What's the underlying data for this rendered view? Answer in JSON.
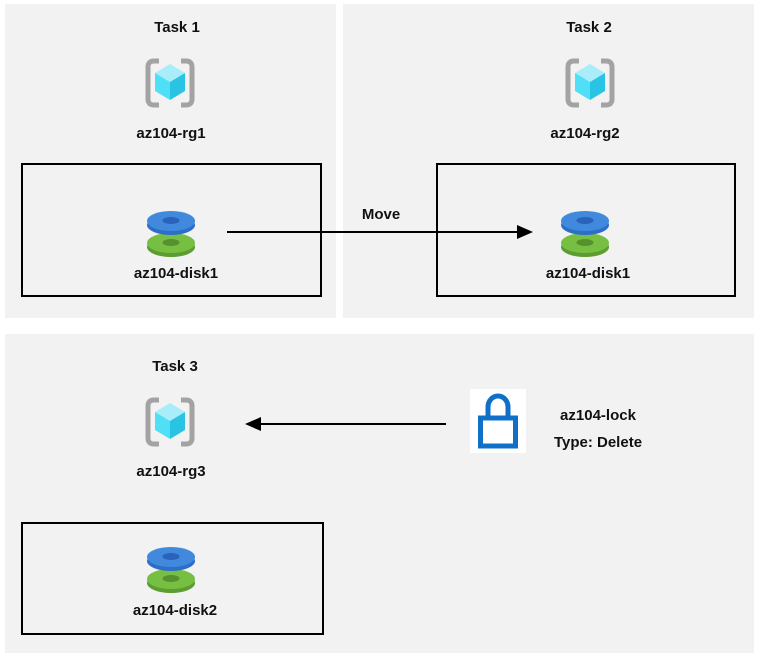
{
  "diagram": {
    "panels": [
      {
        "title": "Task 1",
        "resource_group": "az104-rg1",
        "disk": "az104-disk1"
      },
      {
        "title": "Task 2",
        "resource_group": "az104-rg2",
        "disk": "az104-disk1"
      },
      {
        "title": "Task 3",
        "resource_group": "az104-rg3",
        "disk": "az104-disk2"
      }
    ],
    "move_arrow": {
      "label": "Move",
      "from": "az104-disk1",
      "to": "az104-rg2"
    },
    "lock_arrow": {
      "from": "az104-lock",
      "to": "az104-rg3"
    },
    "lock": {
      "name": "az104-lock",
      "type": "Type: Delete"
    },
    "colors": {
      "panel_bg": "#f2f2f2",
      "box_border": "#000000",
      "arrow": "#000000",
      "text": "#111111",
      "bracket_gray": "#a3a3a3",
      "cube_top": "#a9edfb",
      "cube_left": "#4fe0f7",
      "cube_right": "#29c3e4",
      "disk_blue": "#4189dd",
      "disk_green": "#76bf43",
      "lock_blue": "#1070c8",
      "lock_bg": "#ffffff"
    }
  }
}
